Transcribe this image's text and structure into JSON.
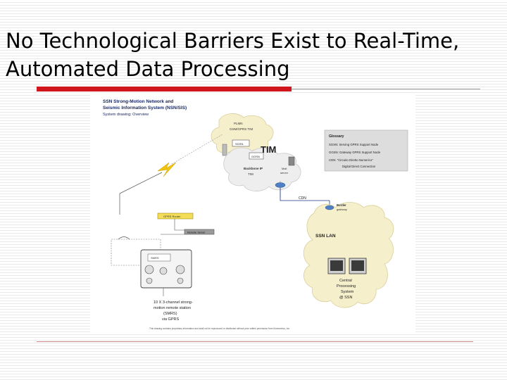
{
  "slide": {
    "title": "No Technological Barriers Exist to Real-Time, Automated Data Processing"
  },
  "diagram": {
    "header_line1": "SSN Strong-Motion Network and",
    "header_line2": "Seismic Information System (NSN/SIS)",
    "header_line3": "System drawing: Overview",
    "plmn_line1": "PLMN",
    "plmn_line2": "GSM/GPRS TIM",
    "sgsn": "SGSN",
    "ggsn": "GGSN",
    "tim": "TIM",
    "backbone_line1": "Backbone IP",
    "backbone_line2": "TIM",
    "mail_line1": "Mail",
    "mail_line2": "server",
    "cdn": "CDN",
    "border_line1": "Border",
    "border_line2": "gateway",
    "ssn_lan": "SSN LAN",
    "central_line1": "Central",
    "central_line2": "Processing",
    "central_line3": "System",
    "central_line4": "@ SSN",
    "gprs_router": "GPRS Router",
    "remote_server": "Remote Server",
    "smrs_line1": "10 X 3-channel strong-",
    "smrs_line2": "motion remote station",
    "smrs_line3": "(SMRS)",
    "smrs_line4": "via GPRS",
    "station_label": "SMRS",
    "footer": "This drawing contains proprietary information and shall not be reproduced or distributed without prior written permission from Kinemetrics, Inc.",
    "glossary": {
      "title": "Glossary",
      "items": [
        "SGSN: Serving GPRS Support Node",
        "GGSN: Gateway GPRS Support Node",
        "CDN: \"Circuito Diretto Numerico\"",
        "Digital Direct Connection"
      ]
    }
  },
  "colors": {
    "accent_red": "#d0151d",
    "cloud_yellow": "#f6efcc",
    "router_blue": "#4f7fc4"
  }
}
